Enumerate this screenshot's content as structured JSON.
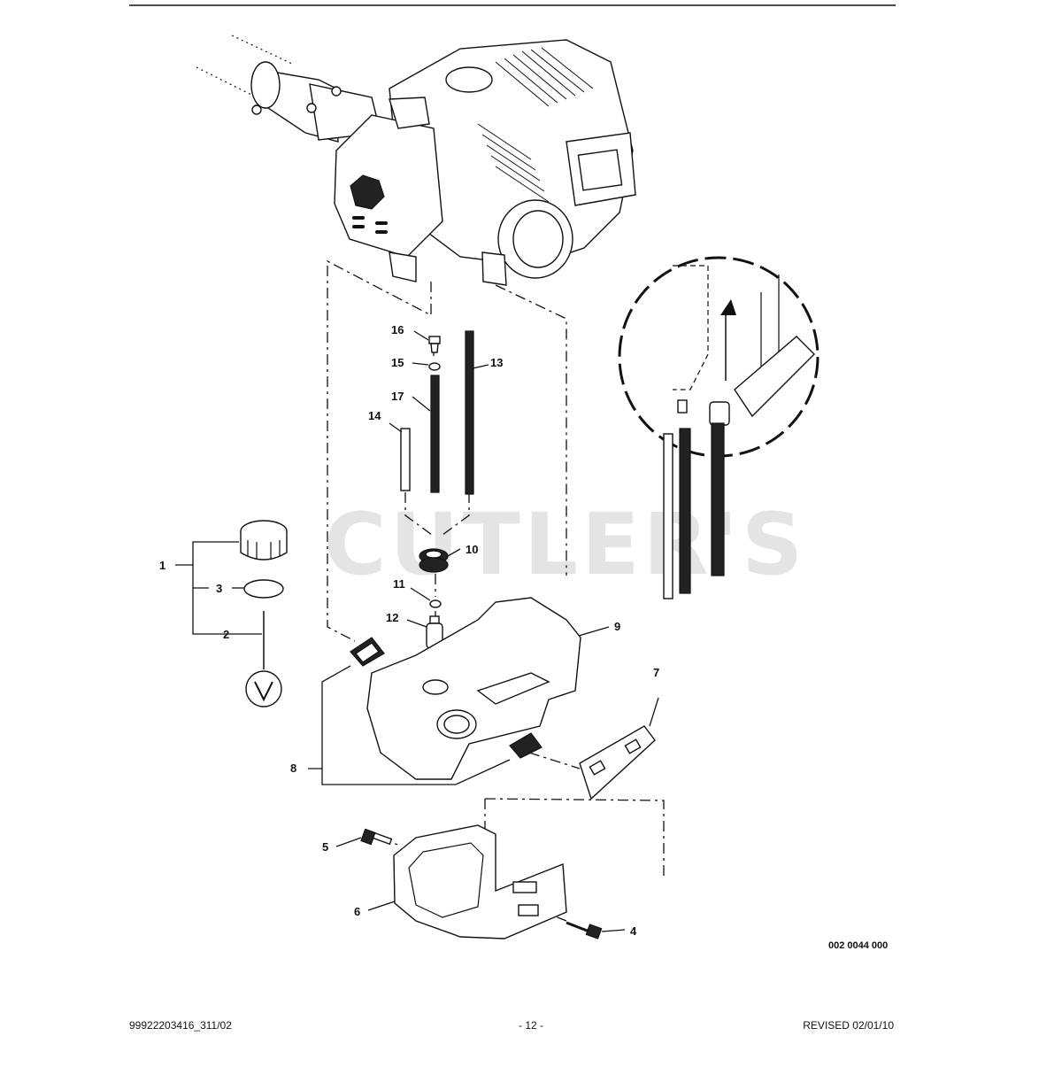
{
  "watermark": "CUTLER'S",
  "drawing_number": "002 0044 000",
  "footer": {
    "left": "99922203416_311/02",
    "center": "- 12 -",
    "right": "REVISED 02/01/10"
  },
  "callouts": [
    "1",
    "2",
    "3",
    "4",
    "5",
    "6",
    "7",
    "8",
    "9",
    "10",
    "11",
    "12",
    "13",
    "14",
    "15",
    "16",
    "17"
  ]
}
